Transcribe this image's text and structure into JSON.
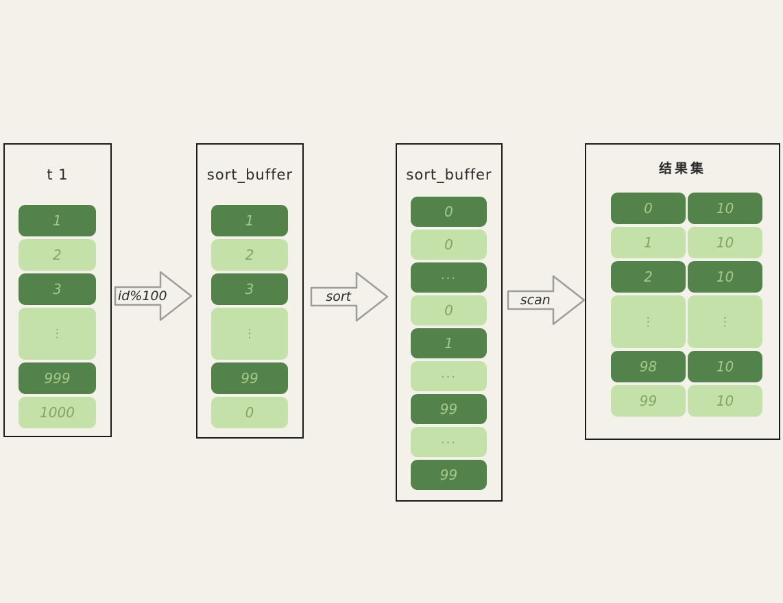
{
  "page": {
    "background_color": "#f3f1ea",
    "description": "hand-drawn diagram of MySQL-style sort: table t1 scanned with id%100 into sort_buffer, sorted, then scanned into result set"
  },
  "colors": {
    "dark_cell": "#53834a",
    "light_cell": "#c5e1aa",
    "dark_cell_text": "#a6c98b",
    "light_cell_text": "#7fa763",
    "box_border": "#1b1b1b",
    "arrow_stroke": "#9c9c9c",
    "text": "#2e2e2e"
  },
  "boxes": [
    {
      "title": "t 1",
      "cells": [
        {
          "text": "1",
          "tone": "dark"
        },
        {
          "text": "2",
          "tone": "light"
        },
        {
          "text": "3",
          "tone": "dark"
        },
        {
          "text": "⋮",
          "tone": "light",
          "tall": true
        },
        {
          "text": "999",
          "tone": "dark"
        },
        {
          "text": "1000",
          "tone": "light"
        }
      ]
    },
    {
      "title": "sort_buffer",
      "cells": [
        {
          "text": "1",
          "tone": "dark"
        },
        {
          "text": "2",
          "tone": "light"
        },
        {
          "text": "3",
          "tone": "dark"
        },
        {
          "text": "⋮",
          "tone": "light",
          "tall": true
        },
        {
          "text": "99",
          "tone": "dark"
        },
        {
          "text": "0",
          "tone": "light"
        }
      ]
    },
    {
      "title": "sort_buffer",
      "cells": [
        {
          "text": "0",
          "tone": "dark"
        },
        {
          "text": "0",
          "tone": "light"
        },
        {
          "text": "...",
          "tone": "dark"
        },
        {
          "text": "0",
          "tone": "light"
        },
        {
          "text": "1",
          "tone": "dark"
        },
        {
          "text": "...",
          "tone": "light"
        },
        {
          "text": "99",
          "tone": "dark"
        },
        {
          "text": "...",
          "tone": "light"
        },
        {
          "text": "99",
          "tone": "dark"
        }
      ]
    },
    {
      "title": "结果集",
      "rows": [
        {
          "left": "0",
          "right": "10",
          "tone": "dark"
        },
        {
          "left": "1",
          "right": "10",
          "tone": "light"
        },
        {
          "left": "2",
          "right": "10",
          "tone": "dark"
        },
        {
          "left": "⋮",
          "right": "⋮",
          "tone": "light",
          "tall": true
        },
        {
          "left": "98",
          "right": "10",
          "tone": "dark"
        },
        {
          "left": "99",
          "right": "10",
          "tone": "light"
        }
      ]
    }
  ],
  "arrows": [
    {
      "label": "id%100"
    },
    {
      "label": "sort"
    },
    {
      "label": "scan"
    }
  ]
}
